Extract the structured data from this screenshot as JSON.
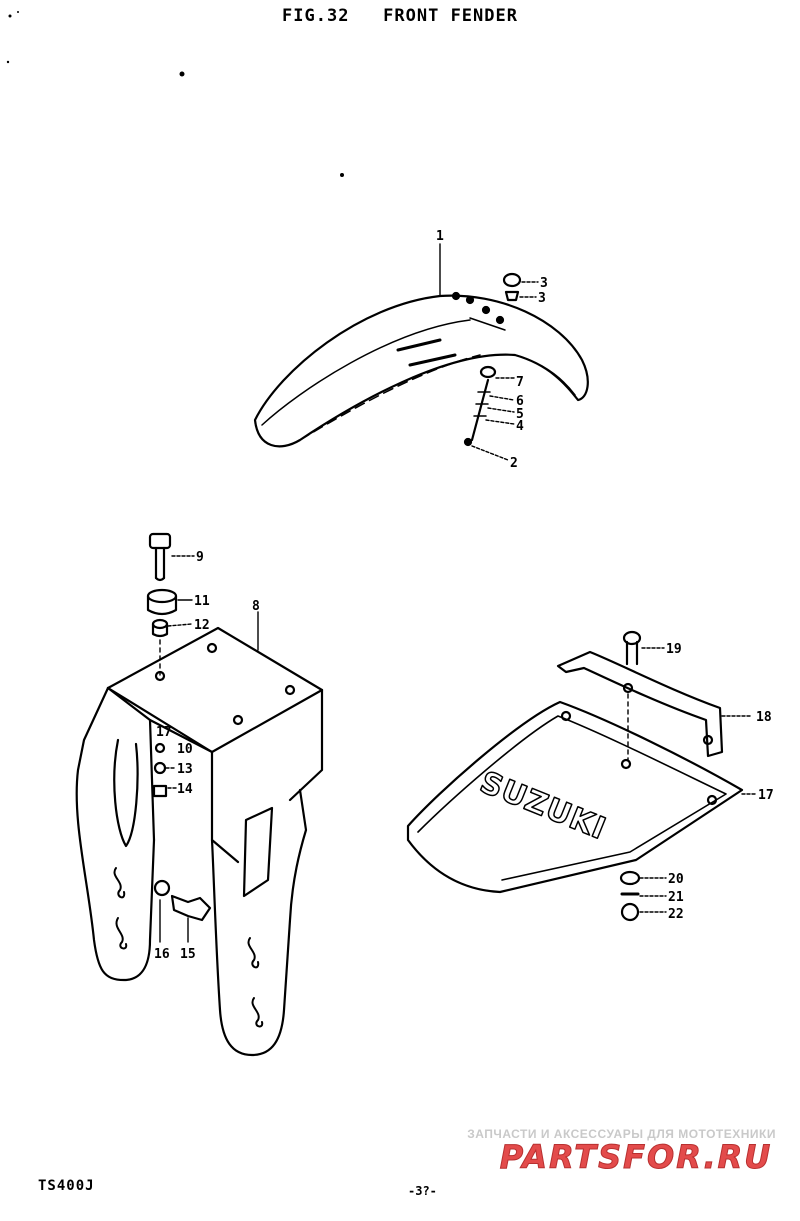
{
  "header": {
    "fig_label": "FIG.32",
    "title": "FRONT FENDER"
  },
  "callouts": {
    "c1": "1",
    "c2": "2",
    "c3a": "3",
    "c3b": "3",
    "c4": "4",
    "c5": "5",
    "c6": "6",
    "c7": "7",
    "c8": "8",
    "c9": "9",
    "c10": "10",
    "c11": "11",
    "c12": "12",
    "c13": "13",
    "c14": "14",
    "c15": "15",
    "c16": "16",
    "c17a": "17",
    "c17b": "17",
    "c18": "18",
    "c19": "19",
    "c20": "20",
    "c21": "21",
    "c22": "22"
  },
  "plate_logo": "SUZUKI",
  "footer": {
    "model": "TS400J",
    "page": "-3?-"
  },
  "watermark": {
    "tagline": "ЗАПЧАСТИ И АКСЕССУАРЫ ДЛЯ МОТОТЕХНИКИ",
    "logo_text": "PARTSFOR.RU"
  },
  "colors": {
    "ink": "#000000",
    "background": "#ffffff",
    "watermark_grey": "#c9c9c9",
    "watermark_red": "#e34b4b"
  }
}
